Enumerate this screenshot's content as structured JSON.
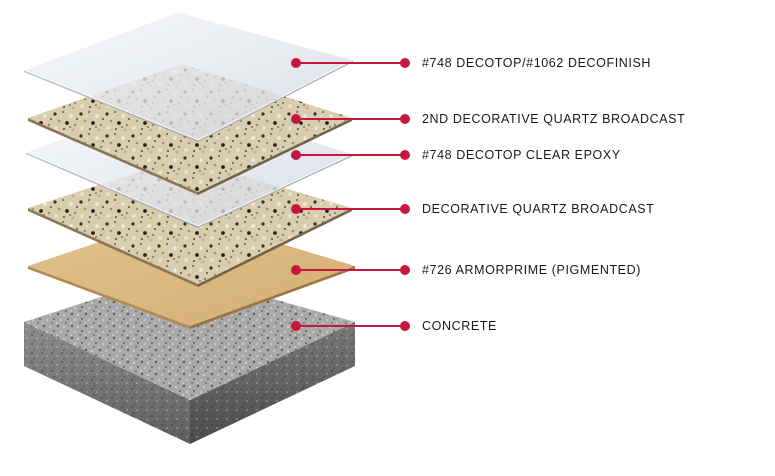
{
  "diagram": {
    "accent_color": "#c8173f",
    "layers": [
      {
        "id": "topcoat",
        "label": "#748 DECOTOP/#1062 DECOFINISH",
        "material": "clear-film"
      },
      {
        "id": "quartz2",
        "label": "2ND DECORATIVE QUARTZ BROADCAST",
        "material": "quartz-granite"
      },
      {
        "id": "clear-epoxy",
        "label": "#748 DECOTOP CLEAR EPOXY",
        "material": "clear-film"
      },
      {
        "id": "quartz1",
        "label": "DECORATIVE QUARTZ BROADCAST",
        "material": "quartz-granite"
      },
      {
        "id": "primer",
        "label": "#726 ARMORPRIME (PIGMENTED)",
        "material": "tan-primer"
      },
      {
        "id": "concrete",
        "label": "CONCRETE",
        "material": "concrete-slab"
      }
    ]
  }
}
